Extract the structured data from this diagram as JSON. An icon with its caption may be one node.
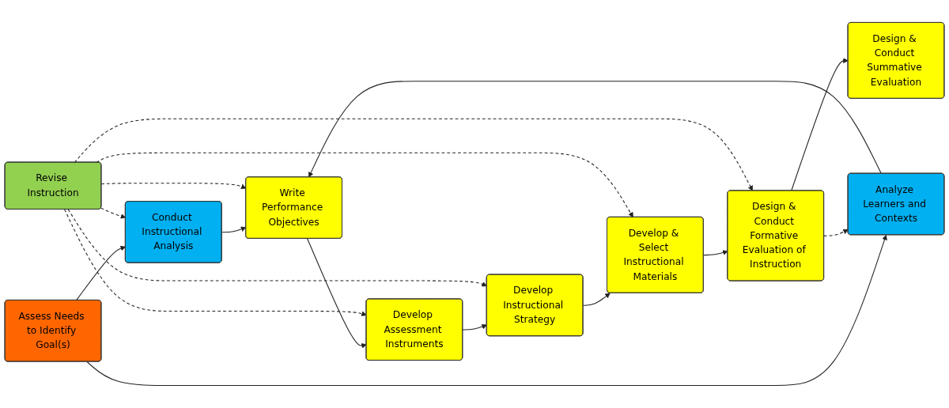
{
  "diagram": {
    "nodes": [
      {
        "text": [
          "Assess Needs to Identify Goal(s)"
        ]
      },
      {
        "text": [
          "Conduct Instructional Analysis"
        ]
      },
      {
        "text": [
          "Revise Instruction"
        ]
      },
      {
        "text": [
          "Analyze Learners and Contexts"
        ]
      },
      {
        "text": [
          "Write Performance Objectives"
        ]
      },
      {
        "text": [
          "Develop Assessment Instruments"
        ]
      },
      {
        "text": [
          "Develop Instructional Strategy"
        ]
      },
      {
        "text": [
          "Develop & Select Instructional Materials"
        ]
      },
      {
        "text": [
          "Design & Conduct Formative Evaluation of Instruction"
        ]
      },
      {
        "text": [
          "Design & Conduct Summative Evaluation"
        ]
      }
    ],
    "edges": [
      {
        "from": 0,
        "to": 1,
        "arrow": "to"
      },
      {
        "from": 0,
        "to": 3,
        "arrow": "to"
      },
      {
        "from": 1,
        "to": 4,
        "arrow": "to"
      },
      {
        "from": 3,
        "to": 4,
        "arrow": "to"
      },
      {
        "from": 4,
        "to": 5,
        "arrow": "to"
      },
      {
        "from": 5,
        "to": 6,
        "arrow": "to"
      },
      {
        "from": 6,
        "to": 7,
        "arrow": "to"
      },
      {
        "from": 7,
        "to": 8,
        "arrow": "to"
      },
      {
        "from": 8,
        "to": 9,
        "arrow": "to"
      },
      {
        "from": 2,
        "to": 1,
        "arrow": "to",
        "style": "dashed"
      },
      {
        "from": 2,
        "to": 4,
        "arrow": "to",
        "style": "dashed"
      },
      {
        "from": 2,
        "to": 5,
        "arrow": "to",
        "style": "dashed"
      },
      {
        "from": 2,
        "to": 6,
        "arrow": "to",
        "style": "dashed"
      },
      {
        "from": 2,
        "to": 7,
        "arrow": "to",
        "style": "dashed"
      },
      {
        "from": 2,
        "to": 8,
        "arrow": "to",
        "style": "dashed"
      },
      {
        "from": 8,
        "to": 3,
        "arrow": "to",
        "style": "dashed"
      }
    ]
  }
}
